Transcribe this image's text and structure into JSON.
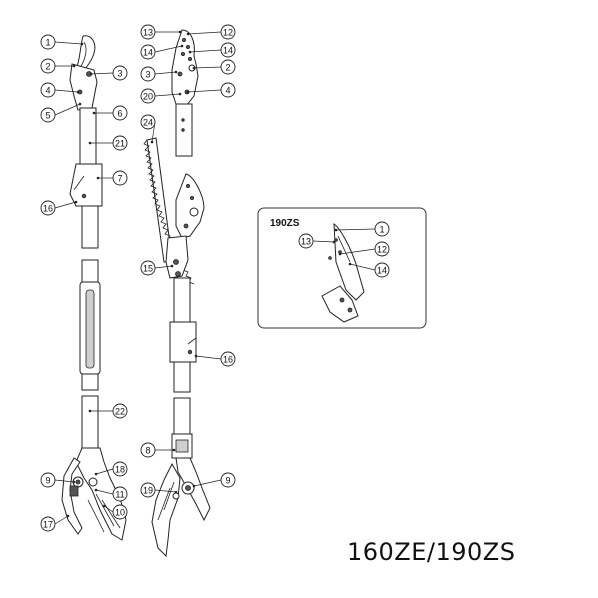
{
  "title": "160ZE/190ZS",
  "inset": {
    "label": "190ZS",
    "callouts": [
      "1",
      "13",
      "12",
      "14"
    ]
  },
  "left_tool": {
    "callouts": [
      "1",
      "2",
      "3",
      "4",
      "5",
      "6",
      "21",
      "7",
      "16",
      "22",
      "18",
      "9",
      "11",
      "10",
      "17"
    ]
  },
  "right_tool": {
    "callouts": [
      "13",
      "12",
      "14",
      "14",
      "3",
      "2",
      "20",
      "4",
      "24",
      "15",
      "16",
      "8",
      "19",
      "9"
    ]
  }
}
